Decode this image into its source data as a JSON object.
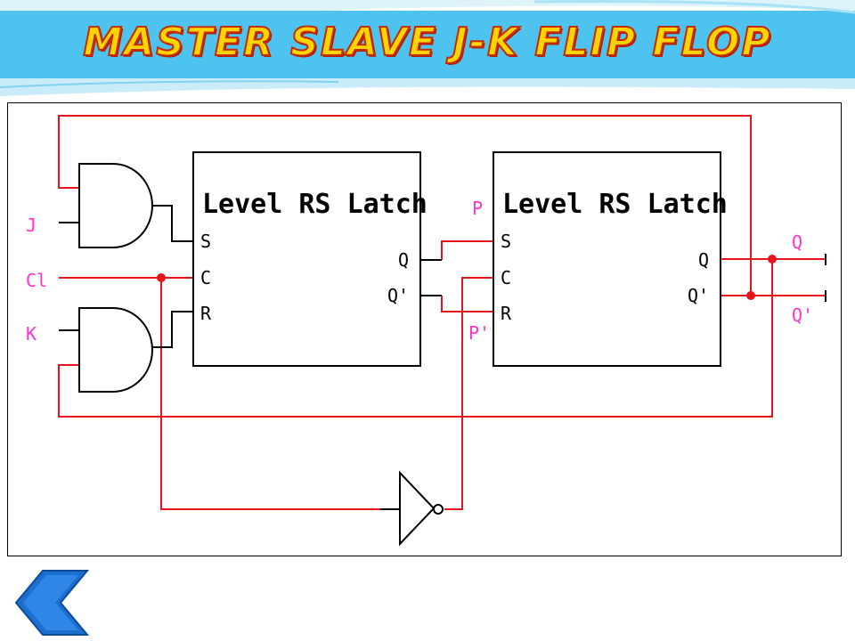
{
  "title": "MASTER SLAVE J-K FLIP FLOP",
  "colors": {
    "title_fill": "#ffd400",
    "title_stroke": "#c62b00",
    "header": "#4fc3f0",
    "wire": "#e8141c",
    "signal_label": "#ff33cc",
    "back_button": "#1d6fce"
  },
  "diagram": {
    "master_latch": {
      "title": "Level RS Latch",
      "pins": {
        "s": "S",
        "c": "C",
        "r": "R",
        "q": "Q",
        "qbar": "Q'"
      }
    },
    "slave_latch": {
      "title": "Level RS Latch",
      "pins": {
        "s": "S",
        "c": "C",
        "r": "R",
        "q": "Q",
        "qbar": "Q'"
      }
    },
    "inputs": {
      "j": "J",
      "clock": "Cl",
      "k": "K"
    },
    "internal": {
      "p": "P",
      "pbar": "P'"
    },
    "outputs": {
      "q": "Q",
      "qbar": "Q'"
    }
  },
  "back_button": {
    "icon": "chevron-left-icon"
  }
}
